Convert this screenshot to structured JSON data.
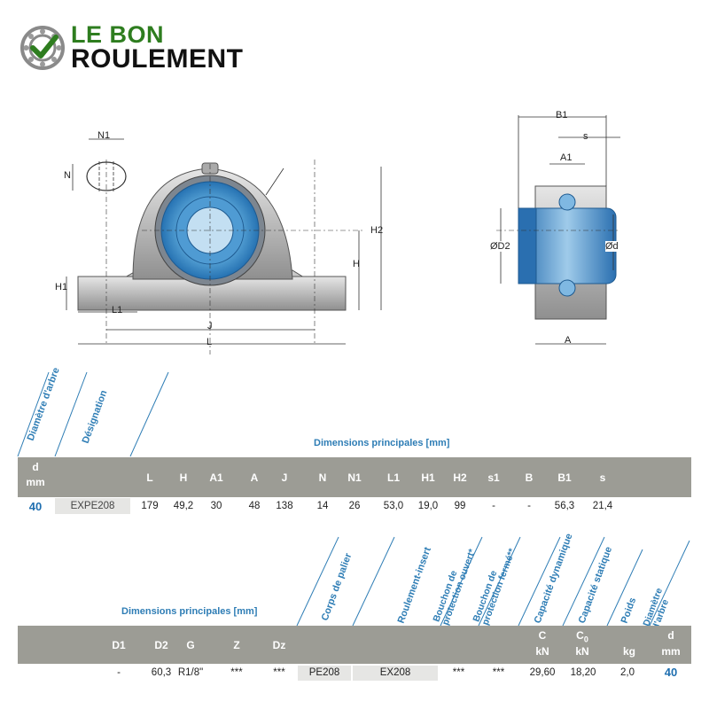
{
  "brand": {
    "line1": "LE BON",
    "line2": "ROULEMENT",
    "colors": {
      "green": "#2e7d1f",
      "dark": "#111111",
      "blue": "#2e7db5",
      "band": "#9c9c95"
    }
  },
  "diagram_labels": {
    "front": {
      "N1": "N1",
      "N": "N",
      "H2": "H2",
      "H": "H",
      "H1": "H1",
      "L1": "L1",
      "J": "J",
      "L": "L"
    },
    "side": {
      "B1": "B1",
      "s": "s",
      "A1": "A1",
      "D2": "ØD2",
      "d": "Ød",
      "A": "A"
    }
  },
  "table1": {
    "rotated_headers": [
      "Diamètre d'arbre",
      "Désignation"
    ],
    "caption": "Dimensions principales [mm]",
    "d_header": "d",
    "mm_header": "mm",
    "columns": [
      "L",
      "H",
      "A1",
      "A",
      "J",
      "N",
      "N1",
      "L1",
      "H1",
      "H2",
      "s1",
      "B",
      "B1",
      "s"
    ],
    "row": {
      "d": "40",
      "designation": "EXPE208",
      "values": [
        "179",
        "49,2",
        "30",
        "48",
        "138",
        "14",
        "26",
        "53,0",
        "19,0",
        "99",
        "-",
        "-",
        "56,3",
        "21,4"
      ]
    }
  },
  "table2": {
    "caption": "Dimensions principales [mm]",
    "rotated_headers": [
      "Corps de palier",
      "Roulement-insert",
      "Bouchon de\nprotection ouvert*",
      "Bouchon de\nprotection fermé**",
      "Capacité dynamique",
      "Capacité statique",
      "Poids",
      "Diamètre\nd'arbre"
    ],
    "columns": [
      "D1",
      "D2",
      "G",
      "Z",
      "Dz"
    ],
    "unit_headers": {
      "C": "C",
      "C_unit": "kN",
      "C0": "C",
      "C0_sub": "0",
      "C0_unit": "kN",
      "kg": "kg",
      "d": "d",
      "d_unit": "mm"
    },
    "row": {
      "values": [
        "-",
        "60,3",
        "R1/8\"",
        "***",
        "***"
      ],
      "corps": "PE208",
      "insert": "EX208",
      "open_cap": "***",
      "closed_cap": "***",
      "C": "29,60",
      "C0": "18,20",
      "kg": "2,0",
      "d": "40"
    }
  }
}
